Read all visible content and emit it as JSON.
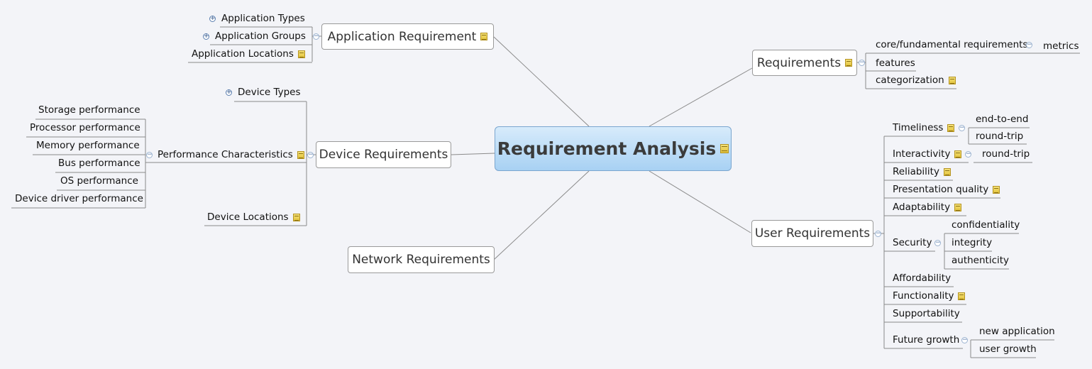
{
  "central": {
    "label": "Requirement Analysis"
  },
  "branches": {
    "application": {
      "label": "Application Requirement",
      "children": [
        "Application Types",
        "Application Groups",
        "Application Locations"
      ]
    },
    "device": {
      "label": "Device Requirements",
      "children": [
        "Device Types",
        "Performance Characteristics",
        "Device Locations"
      ],
      "performance": [
        "Storage performance",
        "Processor performance",
        "Memory performance",
        "Bus performance",
        "OS performance",
        "Device driver performance"
      ]
    },
    "network": {
      "label": "Network Requirements"
    },
    "requirements": {
      "label": "Requirements",
      "children": [
        "core/fundamental requirements",
        "features",
        "categorization"
      ],
      "core_child": "metrics"
    },
    "user": {
      "label": "User Requirements",
      "children": [
        "Timeliness",
        "Interactivity",
        "Reliability",
        "Presentation quality",
        "Adaptability",
        "Security",
        "Affordability",
        "Functionality",
        "Supportability",
        "Future growth"
      ],
      "timeliness": [
        "end-to-end",
        "round-trip"
      ],
      "interactivity": [
        "round-trip"
      ],
      "security": [
        "confidentiality",
        "integrity",
        "authenticity"
      ],
      "future_growth": [
        "new application",
        "user growth"
      ]
    }
  },
  "colors": {
    "line": "#888888",
    "central_top": "#d7ebfb",
    "central_bottom": "#a8d1f3",
    "note": "#e9cf4c"
  },
  "icons": [
    "note-icon",
    "expand-icon",
    "collapse-icon"
  ]
}
